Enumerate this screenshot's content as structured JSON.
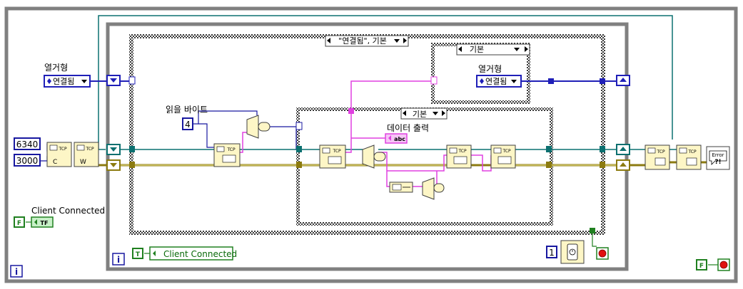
{
  "labels": {
    "enum_type_left": "열거형",
    "enum_type_right": "열거형",
    "bytes_to_read": "읽을 바이트",
    "data_output": "데이터 출력",
    "client_connected": "Client Connected"
  },
  "constants": {
    "port": "6340",
    "timeout": "3000",
    "bytes": "4",
    "wait_ms": "1",
    "enum_value_left": "연결됨",
    "enum_value_right": "연결됨",
    "false_left": "F",
    "false_right": "F",
    "true_local": "T",
    "info_outer": "i",
    "info_inner": "i"
  },
  "case_selectors": {
    "outer": "\"연결됨\", 기본",
    "top_inner": "기본",
    "inner": "기본"
  },
  "indicators": {
    "tf": "TF",
    "abc": "abc",
    "local_variable": "Client Connected"
  },
  "nodes": {
    "tcp": "TCP",
    "open_c": "C",
    "open_w": "W",
    "error_line1": "Error",
    "error_line2": "?!"
  },
  "colors": {
    "frame": "#808080",
    "case_border": "#404040",
    "enum_wire": "#1f1fb8",
    "tcp_wire": "#0c7070",
    "error_wire": "#8c7b10",
    "string_wire": "#e040e0",
    "bool_wire": "#208020",
    "numeric": "#1818a0",
    "node_fill": "#fdf6c6"
  },
  "icons": [
    "tcp-open-icon",
    "tcp-write-icon",
    "tcp-read-icon",
    "tcp-close-icon",
    "error-handler-icon",
    "wait-ms-icon",
    "stop-icon",
    "select-icon",
    "string-length-icon"
  ]
}
